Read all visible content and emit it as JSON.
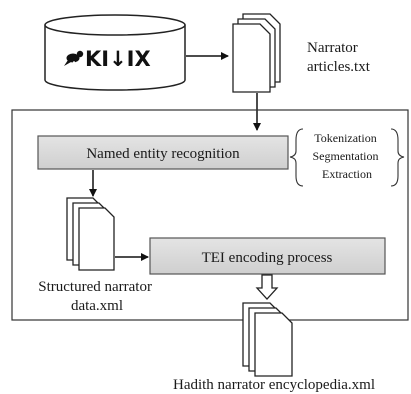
{
  "logo": {
    "text": "KI↓IX",
    "icon": "kiwix-bird-icon"
  },
  "nodes": {
    "narrator_articles": [
      "Narrator",
      "articles.txt"
    ],
    "ner": "Named entity recognition",
    "ner_steps": [
      "Tokenization",
      "Segmentation",
      "Extraction"
    ],
    "tei": "TEI encoding process",
    "structured_data": [
      "Structured narrator",
      "data.xml"
    ],
    "encyclopedia": "Hadith narrator encyclopedia.xml"
  }
}
